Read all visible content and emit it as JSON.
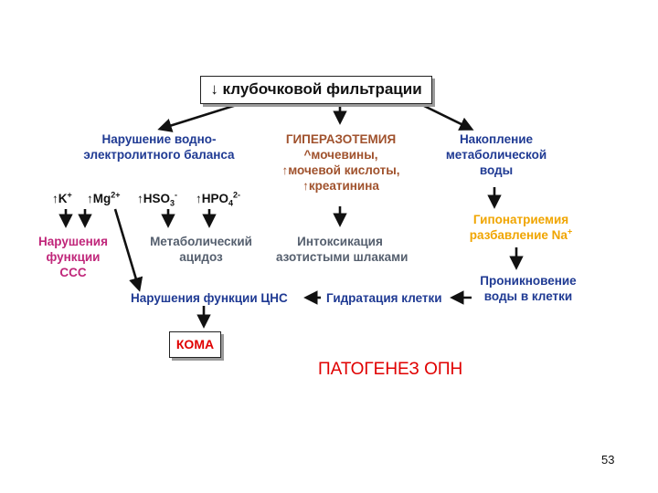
{
  "top_box": "↓ клубочковой фильтрации",
  "water_balance": {
    "line1": "Нарушение водно-",
    "line2": "электролитного баланса"
  },
  "ions": {
    "k": {
      "arrow": "↑",
      "base": "K",
      "sup": "+"
    },
    "mg": {
      "arrow": "↑",
      "base": "Mg",
      "sup": "2+"
    },
    "hso3": {
      "arrow": "↑",
      "base": "HSO",
      "sub": "3",
      "sup": "-"
    },
    "hpo4": {
      "arrow": "↑",
      "base": "HPO",
      "sub": "4",
      "sup": "2-"
    }
  },
  "hyperazotemia": {
    "title": "ГИПЕРАЗОТЕМИЯ",
    "line1": "^мочевины,",
    "line2": "↑мочевой кислоты,",
    "line3": "↑креатинина"
  },
  "metabolic_water": {
    "line1": "Накопление",
    "line2": "метаболической",
    "line3": "воды"
  },
  "css_disorder": {
    "line1": "Нарушения",
    "line2": "функции",
    "line3": "ССС"
  },
  "acidosis": {
    "line1": "Метаболический",
    "line2": "ацидоз"
  },
  "intoxication": {
    "line1": "Интоксикация",
    "line2": "азотистыми шлаками"
  },
  "hyponatremia": {
    "line1": "Гипонатриемия",
    "line2": "разбавление Na",
    "sup": "+"
  },
  "water_penetration": {
    "line1": "Проникновение",
    "line2": "воды в клетки"
  },
  "cns_disorder": "Нарушения функции ЦНС",
  "cell_hydration": "Гидратация клетки",
  "coma": "КОМА",
  "title": "ПАТОГЕНЕЗ ОПН",
  "page_number": "53",
  "colors": {
    "blue": "#1f3a93",
    "brown": "#a0522d",
    "orange": "#f0a500",
    "magenta": "#c0267a",
    "gray": "#555f6e",
    "red": "#e00000"
  }
}
